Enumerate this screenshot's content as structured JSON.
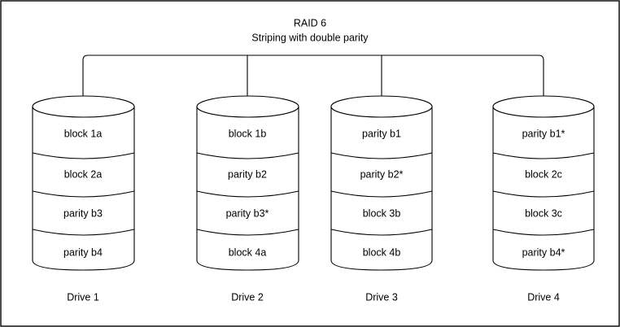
{
  "diagram": {
    "title_line1": "RAID 6",
    "title_line2": "Striping with double parity",
    "background_color": "#ffffff",
    "stroke_color": "#000000",
    "text_color": "#000000",
    "border_color": "#000000"
  },
  "drives": [
    {
      "label": "Drive 1",
      "cells": [
        "block 1a",
        "block 2a",
        "parity b3",
        "parity b4"
      ]
    },
    {
      "label": "Drive 2",
      "cells": [
        "block 1b",
        "parity b2",
        "parity b3*",
        "block 4a"
      ]
    },
    {
      "label": "Drive 3",
      "cells": [
        "parity b1",
        "parity b2*",
        "block 3b",
        "block 4b"
      ]
    },
    {
      "label": "Drive 4",
      "cells": [
        "parity b1*",
        "block 2c",
        "block 3c",
        "parity b4*"
      ]
    }
  ]
}
